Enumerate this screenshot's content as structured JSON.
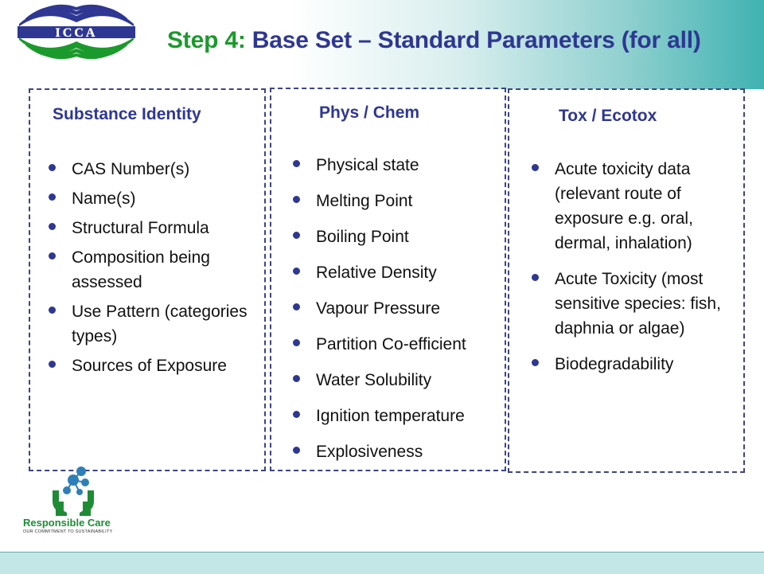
{
  "header": {
    "logo_text": "ICCA",
    "title_step": "Step 4:",
    "title_rest": " Base Set – Standard Parameters (for all)"
  },
  "panels": [
    {
      "heading": "Substance Identity",
      "items": [
        "CAS Number(s)",
        "Name(s)",
        "Structural Formula",
        "Composition being assessed",
        "Use Pattern (categories types)",
        "Sources of Exposure"
      ]
    },
    {
      "heading": "Phys / Chem",
      "items": [
        "Physical state",
        "Melting Point",
        "Boiling Point",
        "Relative Density",
        "Vapour Pressure",
        "Partition Co-efficient",
        "Water Solubility",
        "Ignition temperature",
        "Explosiveness"
      ]
    },
    {
      "heading": "Tox / Ecotox",
      "items": [
        "Acute toxicity data (relevant route of exposure e.g. oral, dermal, inhalation)",
        "Acute Toxicity (most sensitive species: fish, daphnia or algae)",
        "Biodegradability"
      ]
    }
  ],
  "footer_logo": {
    "name": "Responsible Care",
    "tagline": "OUR COMMITMENT TO SUSTAINABILITY"
  },
  "colors": {
    "title_step": "#1b9a2c",
    "title": "#2e3792",
    "panel_border": "#3d4484",
    "header_accent": "#3fb2b1",
    "logo_blue": "#2e3792",
    "logo_green": "#1b9a2c"
  }
}
